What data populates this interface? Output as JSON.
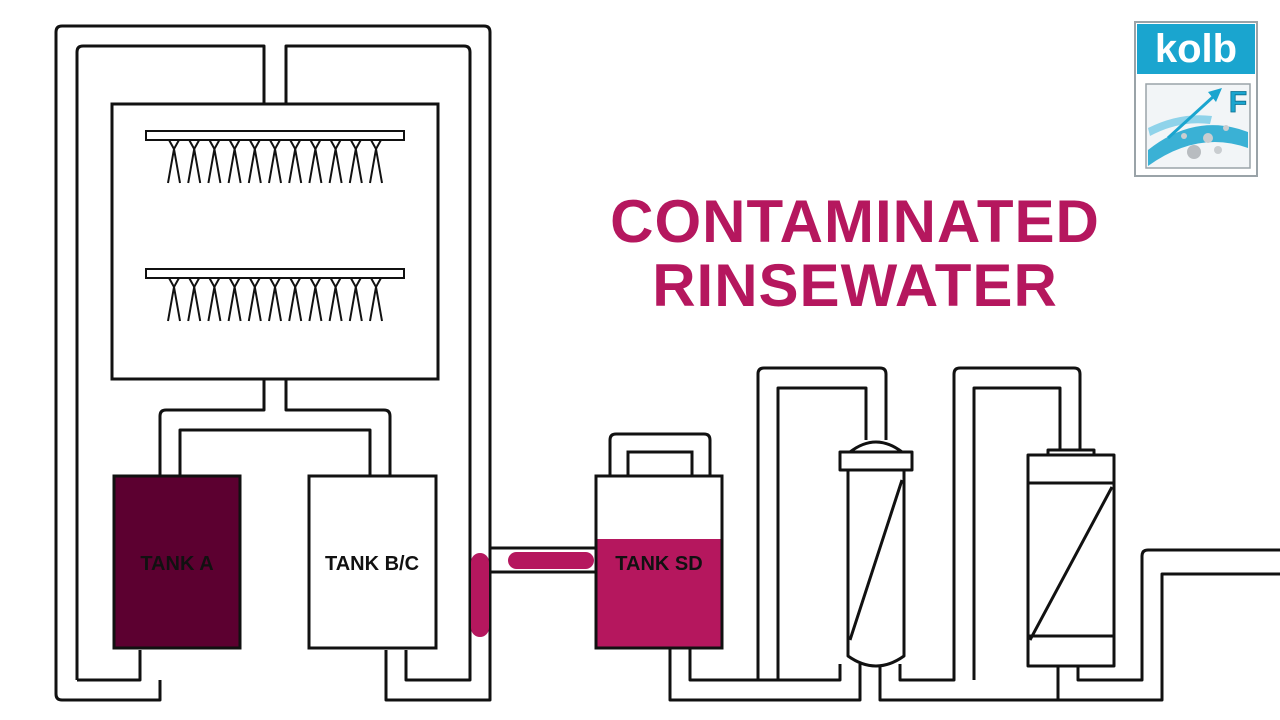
{
  "headline": {
    "line1": "CONTAMINATED",
    "line2": "RINSEWATER"
  },
  "tanks": {
    "tank_a": "TANK A",
    "tank_bc": "TANK B/C",
    "tank_sd": "TANK SD"
  },
  "logo": {
    "word": "kolb",
    "badge_letter": "F"
  },
  "colors": {
    "accent": "#b5175e",
    "tank_a_fill": "#5c0030",
    "logo_blue": "#1aa5cf",
    "outline": "#111111"
  },
  "icons": {
    "spray_bar": "spray-nozzle-bar",
    "filter": "cartridge-filter"
  }
}
